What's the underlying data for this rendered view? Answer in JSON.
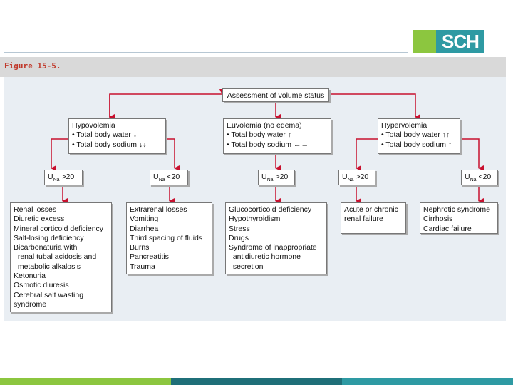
{
  "logo": {
    "text": "SCH",
    "green": "#8cc63f",
    "teal": "#2e9aa3"
  },
  "figure": {
    "label": "Figure 15-5."
  },
  "diagram": {
    "root": "Assessment of volume status",
    "hypovolemia": "Hypovolemia\n• Total body water ↓\n• Total body sodium ↓↓",
    "euvolemia": "Euvolemia (no edema)\n• Total body water ↑\n• Total body sodium ←→",
    "hypervolemia": "Hypervolemia\n• Total body water ↑↑\n• Total body sodium ↑",
    "una": {
      "gt20_1": "U",
      "gt20_1_sub": "Na",
      "gt20_1_val": " >20",
      "lt20_1_val": " <20",
      "gt20_2_val": " >20",
      "gt20_3_val": " >20",
      "lt20_2_val": " <20"
    },
    "renal_losses": "Renal losses\nDiuretic excess\nMineral corticoid deficiency\nSalt-losing deficiency\nBicarbonaturia with\n  renal tubal acidosis and\n  metabolic alkalosis\nKetonuria\nOsmotic diuresis\nCerebral salt wasting\nsyndrome",
    "extrarenal_losses": "Extrarenal losses\nVomiting\nDiarrhea\nThird spacing of fluids\nBurns\nPancreatitis\nTrauma",
    "glucocorticoid": "Glucocorticoid deficiency\nHypothyroidism\nStress\nDrugs\nSyndrome of inappropriate\n  antidiuretic hormone\n  secretion",
    "renal_failure": "Acute or chronic\nrenal failure",
    "nephrotic": "Nephrotic syndrome\nCirrhosis\nCardiac failure"
  }
}
